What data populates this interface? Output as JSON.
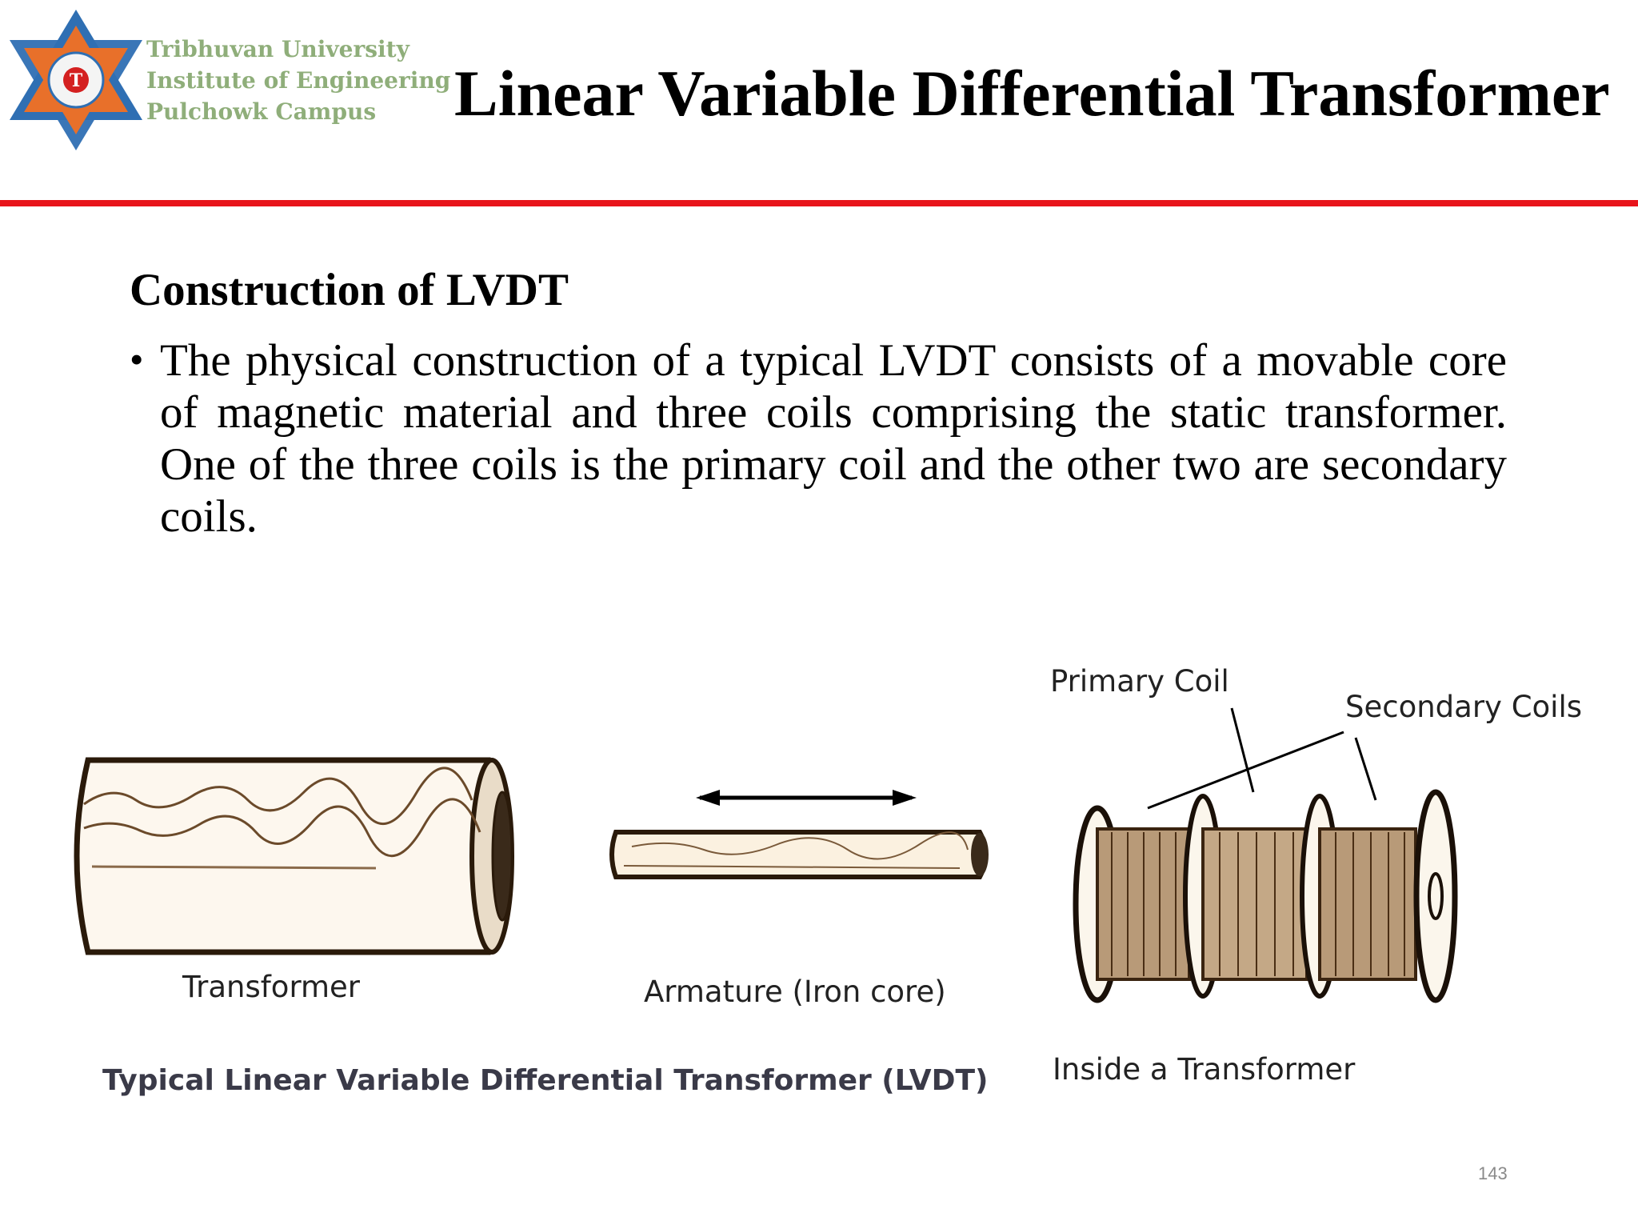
{
  "header": {
    "institution_lines": [
      "Tribhuvan University",
      "Institute of Engineering",
      "Pulchowk Campus"
    ],
    "title": "Linear Variable Differential Transformer"
  },
  "content": {
    "heading": "Construction of LVDT",
    "bullets": [
      "The physical construction of a typical LVDT consists of a movable core of magnetic material and three coils comprising the static transformer. One of the three coils is the primary coil and the other two are secondary coils."
    ]
  },
  "figure": {
    "labels": {
      "transformer": "Transformer",
      "armature": "Armature (Iron core)",
      "primary_coil": "Primary Coil",
      "secondary_coils": "Secondary Coils",
      "inside": "Inside a Transformer"
    },
    "caption": "Typical Linear Variable Differential Transformer (LVDT)"
  },
  "footer": {
    "page_number": "143"
  },
  "colors": {
    "accent_rule": "#e8141b",
    "logo_blue": "#2f6fb3",
    "logo_orange": "#e8702a",
    "drawing_brown": "#5a3a1a"
  }
}
